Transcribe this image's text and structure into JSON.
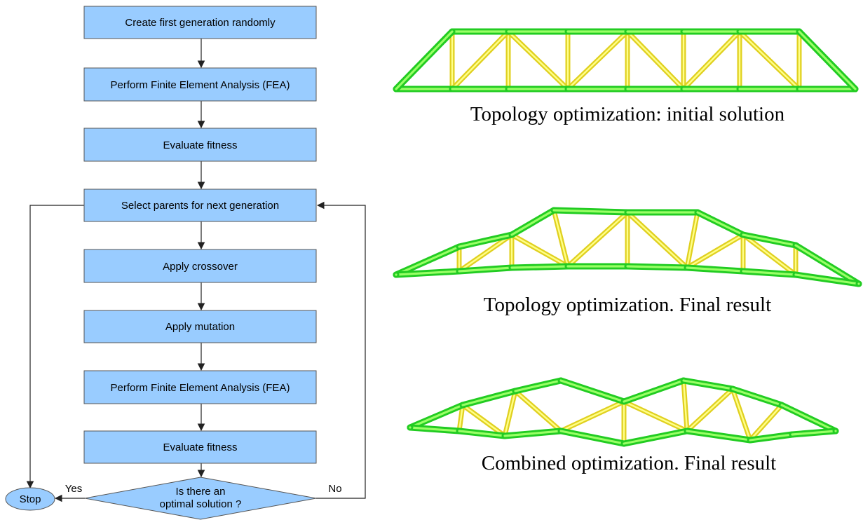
{
  "flowchart": {
    "steps": [
      "Create first generation randomly",
      "Perform Finite Element Analysis (FEA)",
      "Evaluate fitness",
      "Select parents for next generation",
      "Apply crossover",
      "Apply mutation",
      "Perform Finite Element Analysis (FEA)",
      "Evaluate fitness"
    ],
    "decision": {
      "line1": "Is there an",
      "line2": "optimal solution ?"
    },
    "stop": "Stop",
    "yes": "Yes",
    "no": "No"
  },
  "trusses": [
    {
      "caption": "Topology optimization: initial solution"
    },
    {
      "caption": "Topology optimization. Final result"
    },
    {
      "caption": "Combined optimization. Final result"
    }
  ],
  "colors": {
    "box_fill": "#99ccff",
    "chord_green": "#22cc22",
    "chord_green_light": "#99ff66",
    "member_yellow": "#e0d020",
    "member_yellow_light": "#ffff88"
  }
}
